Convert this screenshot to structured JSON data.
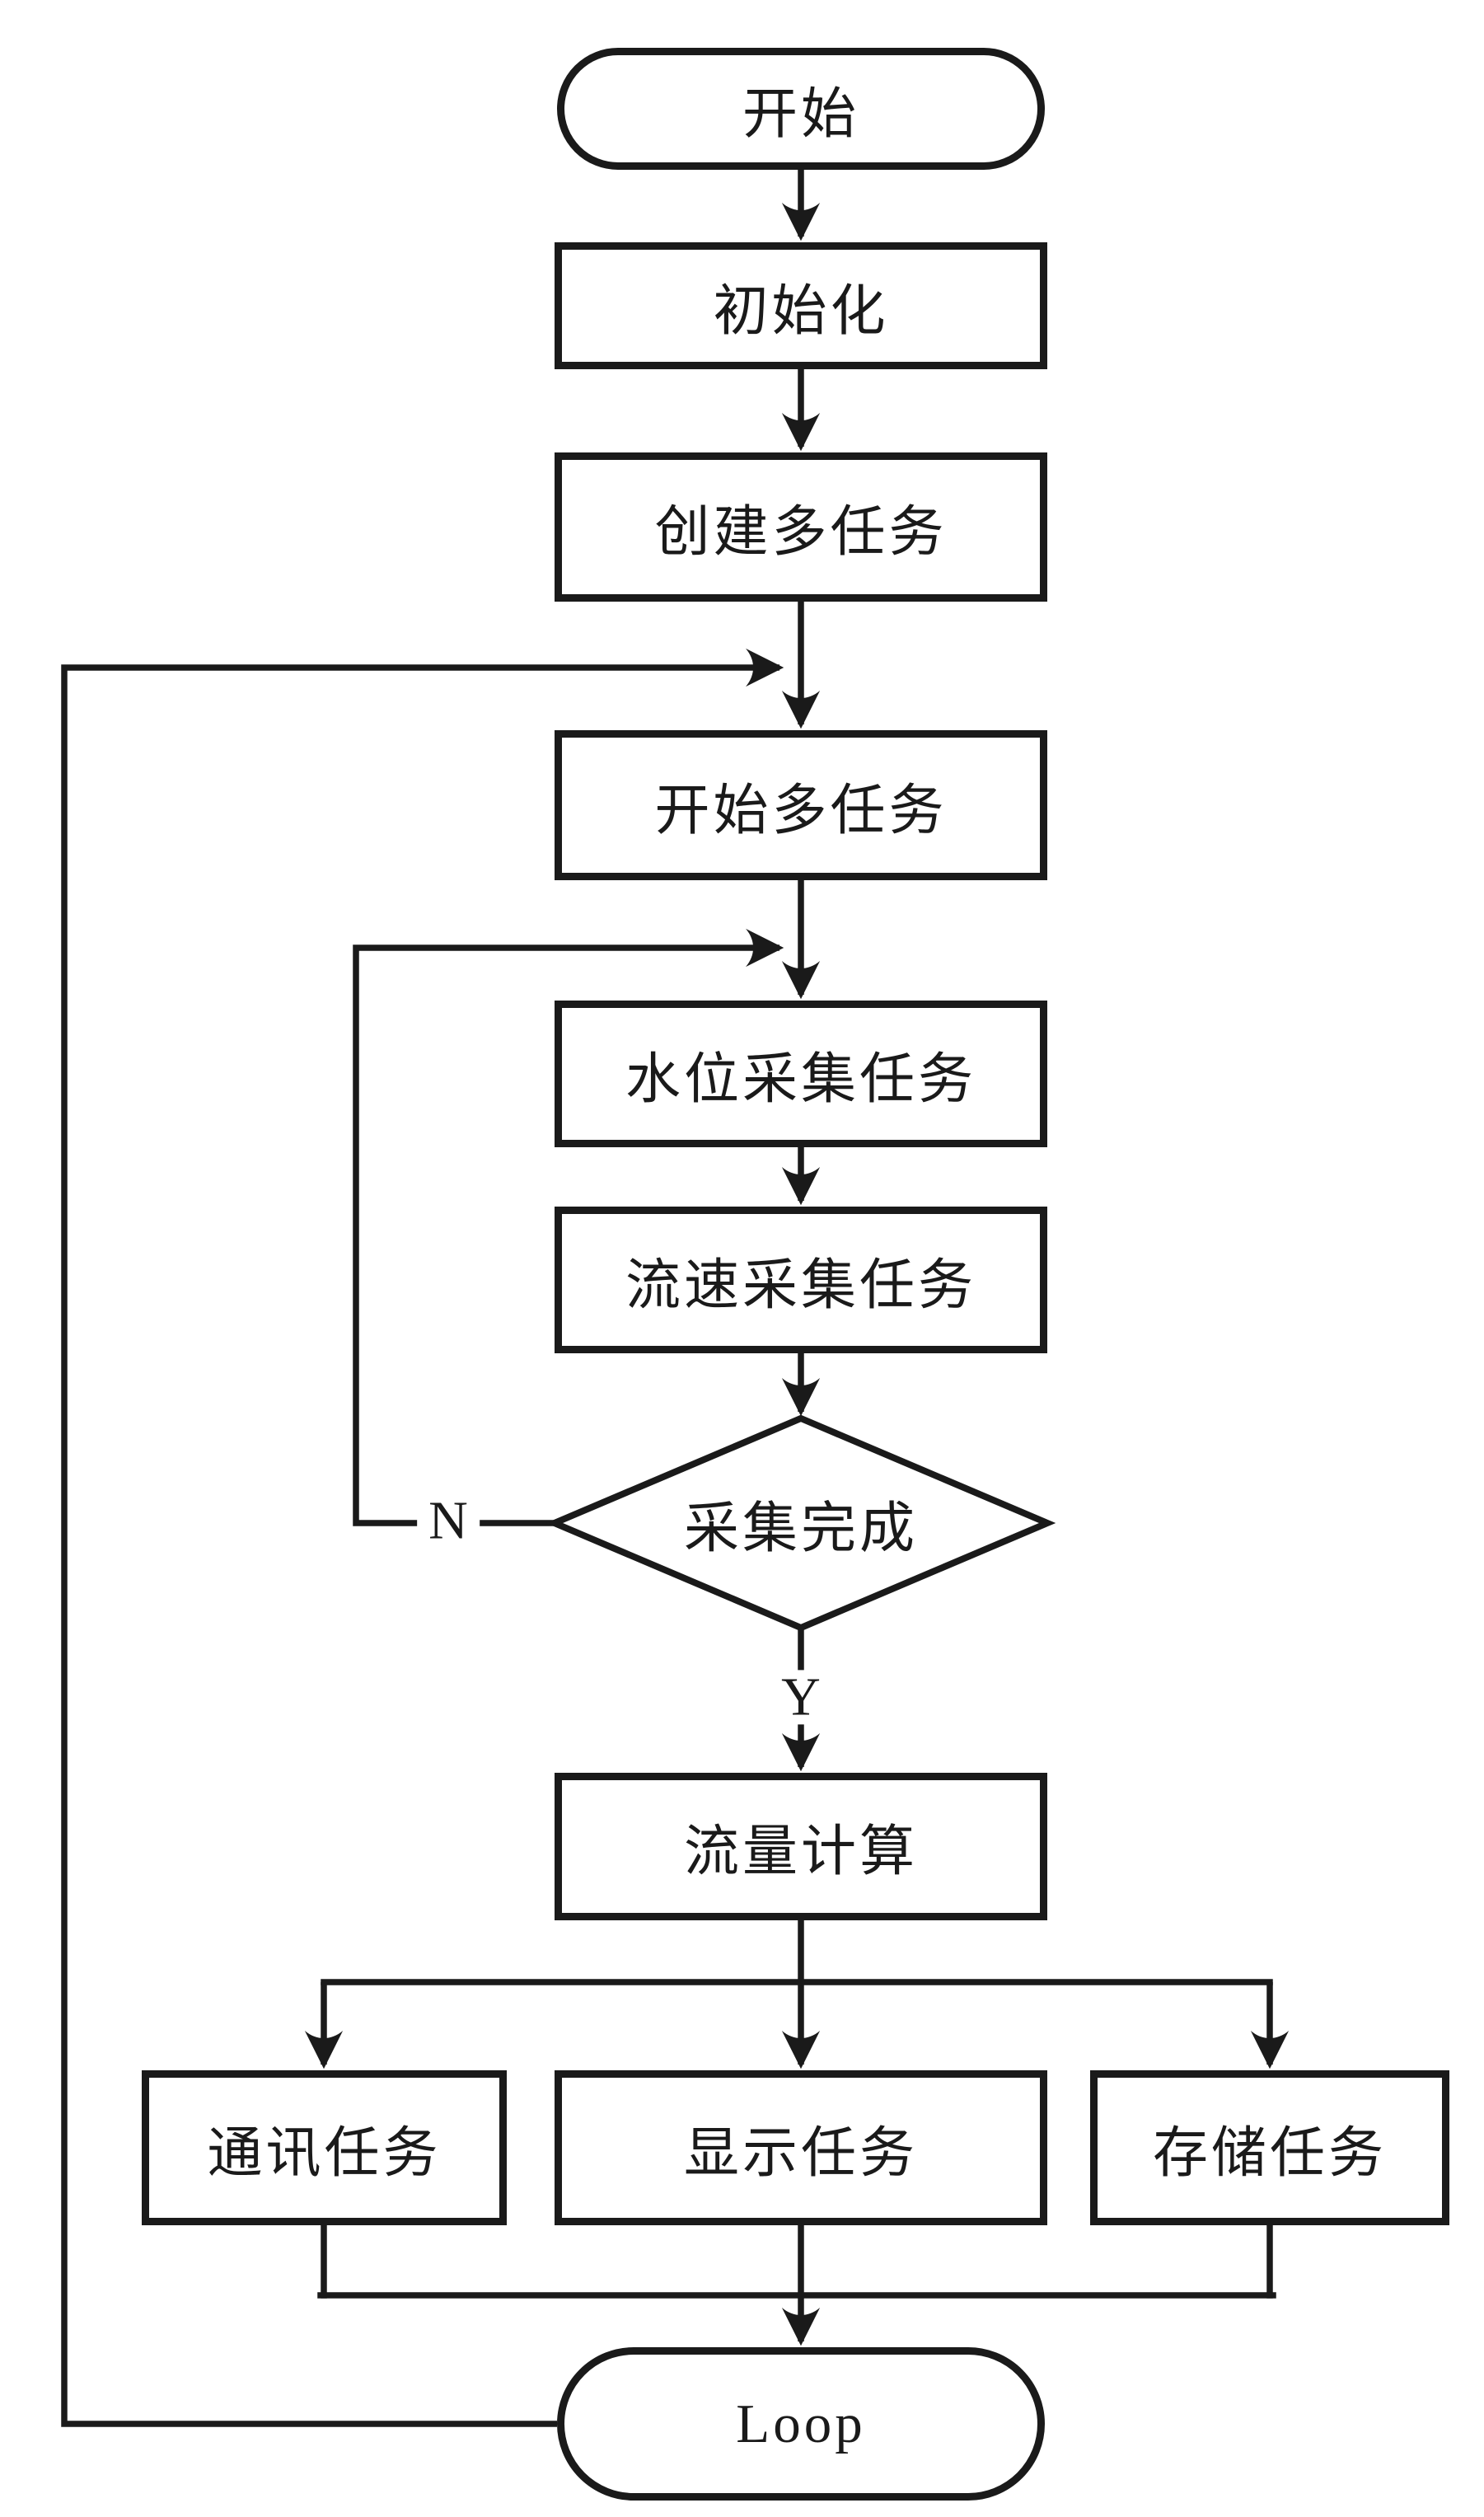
{
  "flowchart": {
    "background": "#ffffff",
    "line_color": "#1a1a1a",
    "text_color": "#1a1a1a",
    "nodes": {
      "start": {
        "label": "开始",
        "shape": "terminator"
      },
      "init": {
        "label": "初始化",
        "shape": "process"
      },
      "create_tasks": {
        "label": "创建多任务",
        "shape": "process"
      },
      "start_tasks": {
        "label": "开始多任务",
        "shape": "process"
      },
      "water_level_task": {
        "label": "水位采集任务",
        "shape": "process"
      },
      "velocity_task": {
        "label": "流速采集任务",
        "shape": "process"
      },
      "collection_done": {
        "label": "采集完成",
        "shape": "decision"
      },
      "flow_calc": {
        "label": "流量计算",
        "shape": "process"
      },
      "comm_task": {
        "label": "通讯任务",
        "shape": "process"
      },
      "display_task": {
        "label": "显示任务",
        "shape": "process"
      },
      "storage_task": {
        "label": "存储任务",
        "shape": "process"
      },
      "loop": {
        "label": "Loop",
        "shape": "terminator"
      }
    },
    "edge_labels": {
      "no_branch": "N",
      "yes_branch": "Y"
    }
  }
}
